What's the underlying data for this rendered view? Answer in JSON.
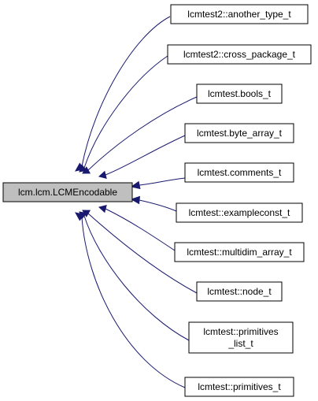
{
  "diagram": {
    "root": {
      "label": "lcm.lcm.LCMEncodable"
    },
    "children": [
      {
        "lines": [
          "lcmtest2::another_type_t"
        ]
      },
      {
        "lines": [
          "lcmtest2::cross_package_t"
        ]
      },
      {
        "lines": [
          "lcmtest.bools_t"
        ]
      },
      {
        "lines": [
          "lcmtest.byte_array_t"
        ]
      },
      {
        "lines": [
          "lcmtest.comments_t"
        ]
      },
      {
        "lines": [
          "lcmtest::exampleconst_t"
        ]
      },
      {
        "lines": [
          "lcmtest::multidim_array_t"
        ]
      },
      {
        "lines": [
          "lcmtest::node_t"
        ]
      },
      {
        "lines": [
          "lcmtest::primitives",
          "_list_t"
        ]
      },
      {
        "lines": [
          "lcmtest::primitives_t"
        ]
      }
    ],
    "colors": {
      "edge": "#191970",
      "root_fill": "#bfbfbf",
      "box_border": "#000000"
    }
  }
}
